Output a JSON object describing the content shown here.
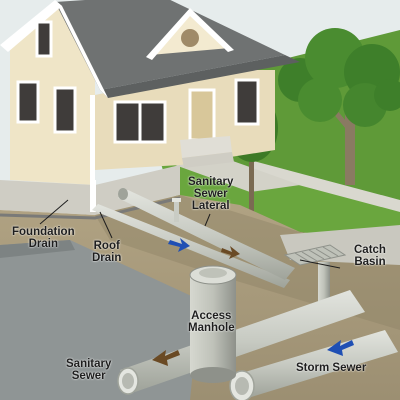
{
  "labels": {
    "foundation_drain": [
      "Foundation",
      "Drain"
    ],
    "roof_drain": [
      "Roof",
      "Drain"
    ],
    "sanitary_sewer_lateral": [
      "Sanitary",
      "Sewer",
      "Lateral"
    ],
    "catch_basin": [
      "Catch",
      "Basin"
    ],
    "access_manhole": [
      "Access",
      "Manhole"
    ],
    "sanitary_sewer": [
      "Sanitary",
      "Sewer"
    ],
    "storm_sewer": "Storm Sewer"
  },
  "colors": {
    "sky": "#e6ecec",
    "lawn": "#5f9a38",
    "soil": "#a89a7c",
    "pipe": "#c9ccc4",
    "roof": "#6f7272",
    "house_wall": "#eee3c4",
    "flow_arrow_blue": "#1f4fb4",
    "flow_arrow_brown": "#6a4a24"
  }
}
